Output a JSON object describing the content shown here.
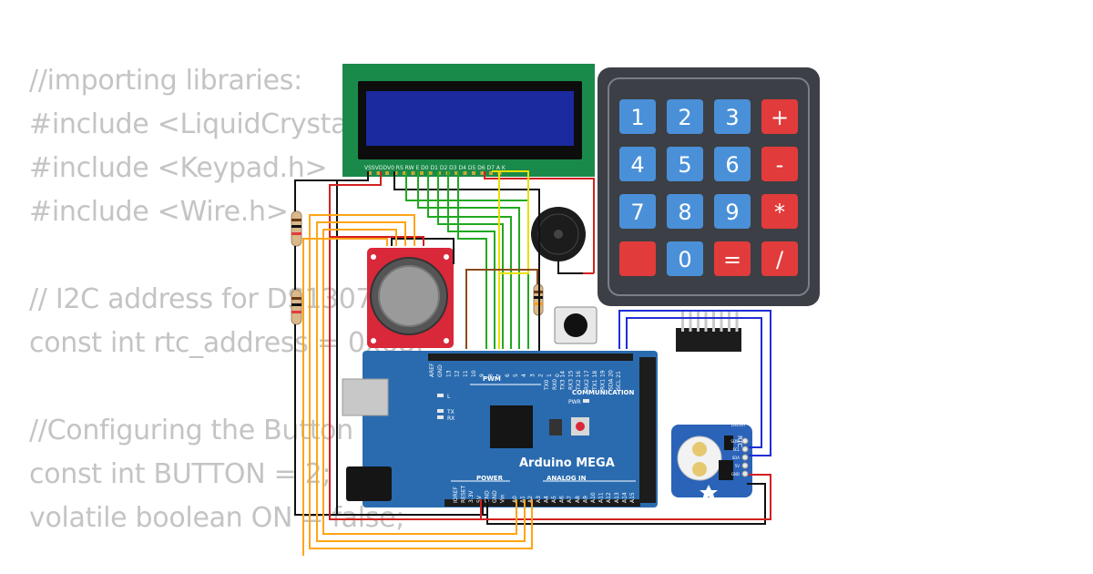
{
  "code_lines": [
    "//importing libraries:",
    "#include <LiquidCrystal.h>",
    "#include <Keypad.h>",
    "#include <Wire.h>",
    "",
    "// I2C address for DS1307",
    "const int rtc_address = 0x68;",
    "",
    "//Configuring the Button",
    "const int BUTTON = 2;",
    "volatile boolean ON = false;"
  ],
  "keypad": {
    "keys": [
      "1",
      "2",
      "3",
      "+",
      "4",
      "5",
      "6",
      "-",
      "7",
      "8",
      "9",
      "*",
      "",
      "0",
      "=",
      "/"
    ],
    "colors": {
      "number": "#4a90d9",
      "operator": "#e23b3b",
      "body": "#3c3f45"
    }
  },
  "lcd": {
    "pin_labels": "VSSVDDV0 RS RW E  D0 D1 D2 D3 D4 D5 D6 D7 A  K",
    "colors": {
      "board": "#1a8a4a",
      "screen": "#1b2a9e"
    }
  },
  "arduino": {
    "name": "Arduino MEGA",
    "header_pwm": "PWM",
    "header_communication": "COMMUNICATION",
    "header_power": "POWER",
    "header_analog": "ANALOG IN",
    "label_l": "L",
    "label_tx": "TX",
    "label_rx": "RX",
    "label_pwr": "PWR",
    "top_pins": [
      "AREF",
      "GND",
      "13",
      "12",
      "11",
      "10",
      "9",
      "8",
      "7",
      "6",
      "5",
      "4",
      "3",
      "2",
      "1",
      "0"
    ],
    "comm_pins": [
      "TX0",
      "RX0",
      "TX3 14",
      "RX3 15",
      "TX2 16",
      "RX2 17",
      "TX1 18",
      "RX1 19",
      "SDA 20",
      "SCL 21"
    ],
    "power_pins": [
      "IOREF",
      "RESET",
      "3.3V",
      "5V",
      "GND",
      "GND",
      "Vin"
    ],
    "analog_pins": [
      "A0",
      "A1",
      "A2",
      "A3",
      "A4",
      "A5",
      "A6",
      "A7",
      "A8",
      "A9",
      "A10",
      "A11",
      "A12",
      "A13",
      "A14",
      "A15"
    ],
    "color": "#2a6bb0"
  },
  "rtc": {
    "title": "RTC",
    "chip": "DS1307",
    "pins": [
      "SQW",
      "SCL",
      "SDA",
      "5V",
      "GND"
    ]
  }
}
